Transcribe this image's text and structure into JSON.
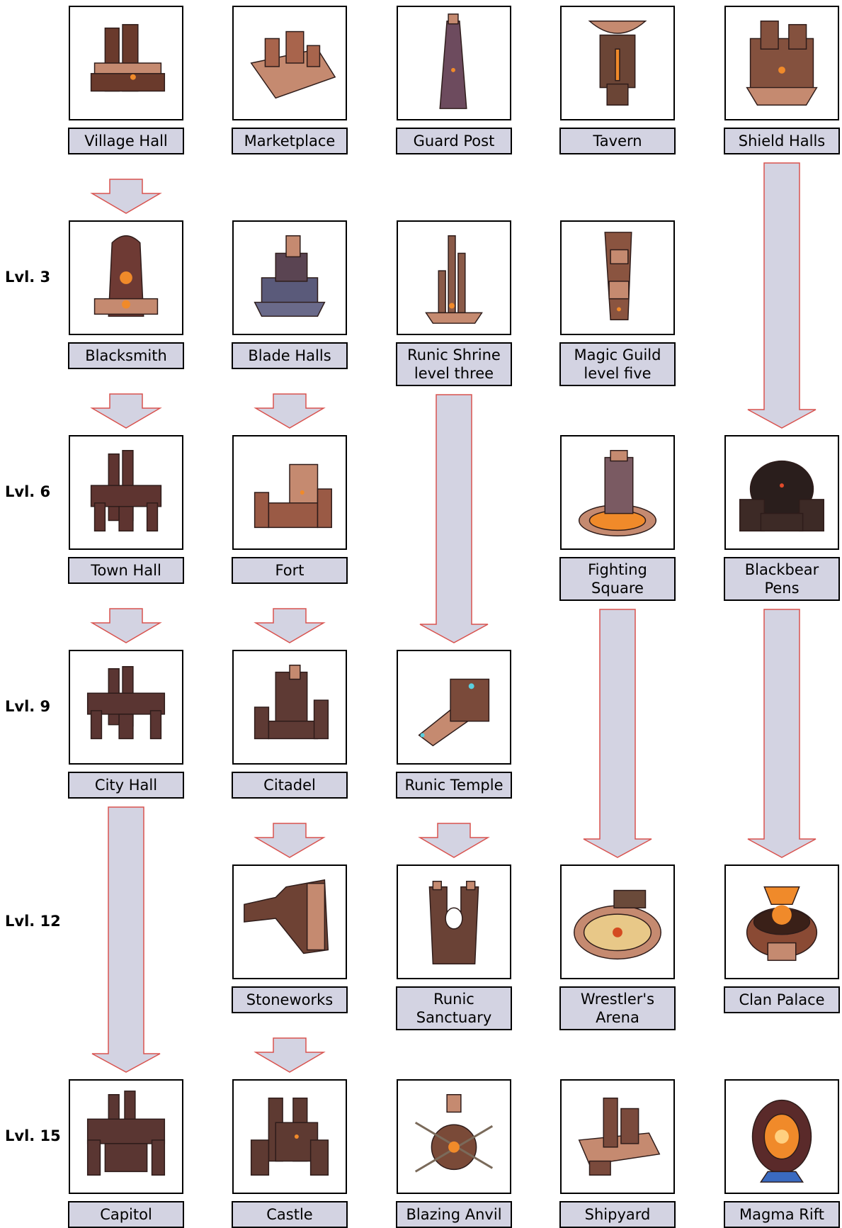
{
  "level_labels": [
    "Lvl. 3",
    "Lvl. 6",
    "Lvl. 9",
    "Lvl. 12",
    "Lvl. 15"
  ],
  "buildings": [
    {
      "id": "village-hall",
      "lines": [
        "Village Hall"
      ],
      "icon": "village-hall-building-icon",
      "tone": "#6a3a2c"
    },
    {
      "id": "marketplace",
      "lines": [
        "Marketplace"
      ],
      "icon": "marketplace-building-icon",
      "tone": "#a8644c"
    },
    {
      "id": "guard-post",
      "lines": [
        "Guard Post"
      ],
      "icon": "guard-post-tower-icon",
      "tone": "#6d4b5e"
    },
    {
      "id": "tavern",
      "lines": [
        "Tavern"
      ],
      "icon": "tavern-building-icon",
      "tone": "#6b4536"
    },
    {
      "id": "shield-halls",
      "lines": [
        "Shield Halls"
      ],
      "icon": "shield-halls-building-icon",
      "tone": "#84513e"
    },
    {
      "id": "blacksmith",
      "lines": [
        "Blacksmith"
      ],
      "icon": "blacksmith-forge-icon",
      "tone": "#6e3a34"
    },
    {
      "id": "blade-halls",
      "lines": [
        "Blade Halls"
      ],
      "icon": "blade-halls-building-icon",
      "tone": "#5a4452"
    },
    {
      "id": "runic-shrine",
      "lines": [
        "Runic Shrine",
        "level three"
      ],
      "icon": "runic-shrine-spire-icon",
      "tone": "#8a5a48"
    },
    {
      "id": "magic-guild",
      "lines": [
        "Magic Guild",
        "level five"
      ],
      "icon": "magic-guild-tower-icon",
      "tone": "#8a5440"
    },
    {
      "id": "town-hall",
      "lines": [
        "Town Hall"
      ],
      "icon": "town-hall-building-icon",
      "tone": "#5e3430"
    },
    {
      "id": "fort",
      "lines": [
        "Fort"
      ],
      "icon": "fort-building-icon",
      "tone": "#9a5a45"
    },
    {
      "id": "fighting-square",
      "lines": [
        "Fighting",
        "Square"
      ],
      "icon": "fighting-square-arena-icon",
      "tone": "#7a5a62"
    },
    {
      "id": "blackbear-pens",
      "lines": [
        "Blackbear",
        "Pens"
      ],
      "icon": "blackbear-pens-icon",
      "tone": "#3d2a26"
    },
    {
      "id": "city-hall",
      "lines": [
        "City Hall"
      ],
      "icon": "city-hall-building-icon",
      "tone": "#5a3532"
    },
    {
      "id": "citadel",
      "lines": [
        "Citadel"
      ],
      "icon": "citadel-building-icon",
      "tone": "#5e3a34"
    },
    {
      "id": "runic-temple",
      "lines": [
        "Runic Temple"
      ],
      "icon": "runic-temple-building-icon",
      "tone": "#7a4a3a"
    },
    {
      "id": "stoneworks",
      "lines": [
        "Stoneworks"
      ],
      "icon": "stoneworks-building-icon",
      "tone": "#6e4234"
    },
    {
      "id": "runic-sanctuary",
      "lines": [
        "Runic",
        "Sanctuary"
      ],
      "icon": "runic-sanctuary-building-icon",
      "tone": "#6a4236"
    },
    {
      "id": "wrestlers-arena",
      "lines": [
        "Wrestler's",
        "Arena"
      ],
      "icon": "wrestlers-arena-icon",
      "tone": "#6a4a3a"
    },
    {
      "id": "clan-palace",
      "lines": [
        "Clan Palace"
      ],
      "icon": "clan-palace-building-icon",
      "tone": "#8a4a34"
    },
    {
      "id": "capitol",
      "lines": [
        "Capitol"
      ],
      "icon": "capitol-building-icon",
      "tone": "#5a3632"
    },
    {
      "id": "castle",
      "lines": [
        "Castle"
      ],
      "icon": "castle-building-icon",
      "tone": "#5e3a32"
    },
    {
      "id": "blazing-anvil",
      "lines": [
        "Blazing Anvil"
      ],
      "icon": "blazing-anvil-building-icon",
      "tone": "#7a4a38"
    },
    {
      "id": "shipyard",
      "lines": [
        "Shipyard"
      ],
      "icon": "shipyard-building-icon",
      "tone": "#7a4a3c"
    },
    {
      "id": "magma-rift",
      "lines": [
        "Magma Rift"
      ],
      "icon": "magma-rift-portal-icon",
      "tone": "#8a3a2a"
    }
  ],
  "upgrade_arrows": [
    {
      "from": "village-hall",
      "to": "blacksmith"
    },
    {
      "from": "shield-halls",
      "to": "blackbear-pens"
    },
    {
      "from": "blacksmith",
      "to": "town-hall"
    },
    {
      "from": "blade-halls",
      "to": "fort"
    },
    {
      "from": "runic-shrine",
      "to": "runic-temple"
    },
    {
      "from": "town-hall",
      "to": "city-hall"
    },
    {
      "from": "fort",
      "to": "citadel"
    },
    {
      "from": "fighting-square",
      "to": "wrestlers-arena"
    },
    {
      "from": "blackbear-pens",
      "to": "clan-palace"
    },
    {
      "from": "city-hall",
      "to": "capitol"
    },
    {
      "from": "citadel",
      "to": "stoneworks"
    },
    {
      "from": "runic-temple",
      "to": "runic-sanctuary"
    },
    {
      "from": "stoneworks",
      "to": "castle"
    }
  ],
  "colors": {
    "label_fill": "#d3d3e2",
    "arrow_fill": "#d3d3e2",
    "arrow_stroke": "#d9534f",
    "border": "#000000",
    "glow": "#f08a2a"
  }
}
